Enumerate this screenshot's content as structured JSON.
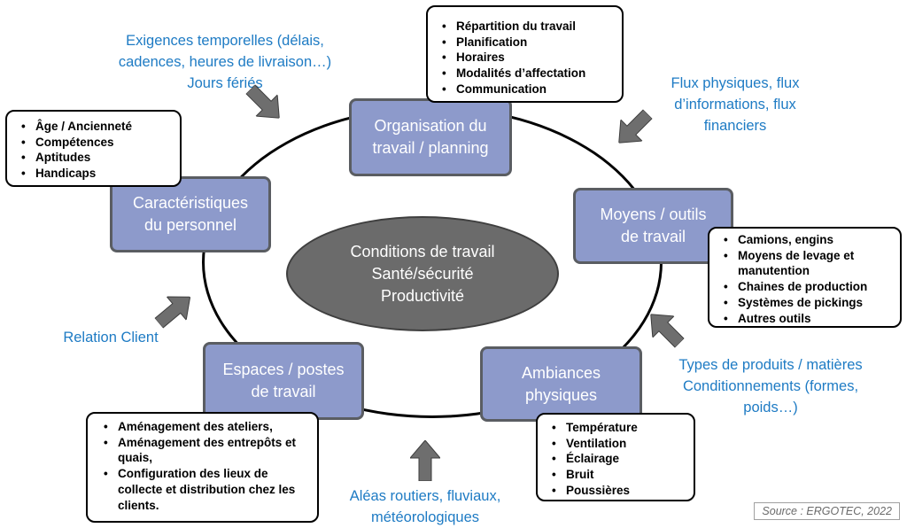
{
  "center": {
    "lines": [
      "Conditions de travail",
      "Santé/sécurité",
      "Productivité"
    ]
  },
  "nodes": {
    "organisation": [
      "Organisation du",
      "travail / planning"
    ],
    "moyens": [
      "Moyens / outils",
      "de travail"
    ],
    "ambiances": [
      "Ambiances",
      "physiques"
    ],
    "espaces": [
      "Espaces / postes",
      "de travail"
    ],
    "caracteristiques": [
      "Caractéristiques",
      "du personnel"
    ]
  },
  "bullets": {
    "organisation": [
      "Répartition du travail",
      "Planification",
      "Horaires",
      "Modalités d’affectation",
      "Communication"
    ],
    "caracteristiques": [
      "Âge / Ancienneté",
      "Compétences",
      "Aptitudes",
      "Handicaps"
    ],
    "moyens": [
      "Camions, engins",
      "Moyens de levage et manutention",
      "Chaines de production",
      "Systèmes de pickings",
      "Autres outils"
    ],
    "ambiances": [
      "Température",
      "Ventilation",
      "Éclairage",
      "Bruit",
      "Poussières"
    ],
    "espaces": [
      "Aménagement des ateliers,",
      "Aménagement des entrepôts et quais,",
      "Configuration des lieux de collecte et distribution chez les clients."
    ]
  },
  "external": {
    "temporelles": [
      "Exigences temporelles (délais,",
      "cadences, heures de livraison…)",
      "Jours fériés"
    ],
    "flux": [
      "Flux physiques, flux",
      "d’informations, flux",
      "financiers"
    ],
    "relation": [
      "Relation Client"
    ],
    "produits": [
      "Types de produits / matières",
      "Conditionnements (formes,",
      "poids…)"
    ],
    "aleas": [
      "Aléas routiers, fluviaux,",
      "météorologiques"
    ]
  },
  "source": "Source : ERGOTEC, 2022",
  "colors": {
    "node_fill": "#8d9acb",
    "center_fill": "#6b6b6b",
    "external_text": "#1e7bc4",
    "arrow": "#6e6e6e"
  }
}
